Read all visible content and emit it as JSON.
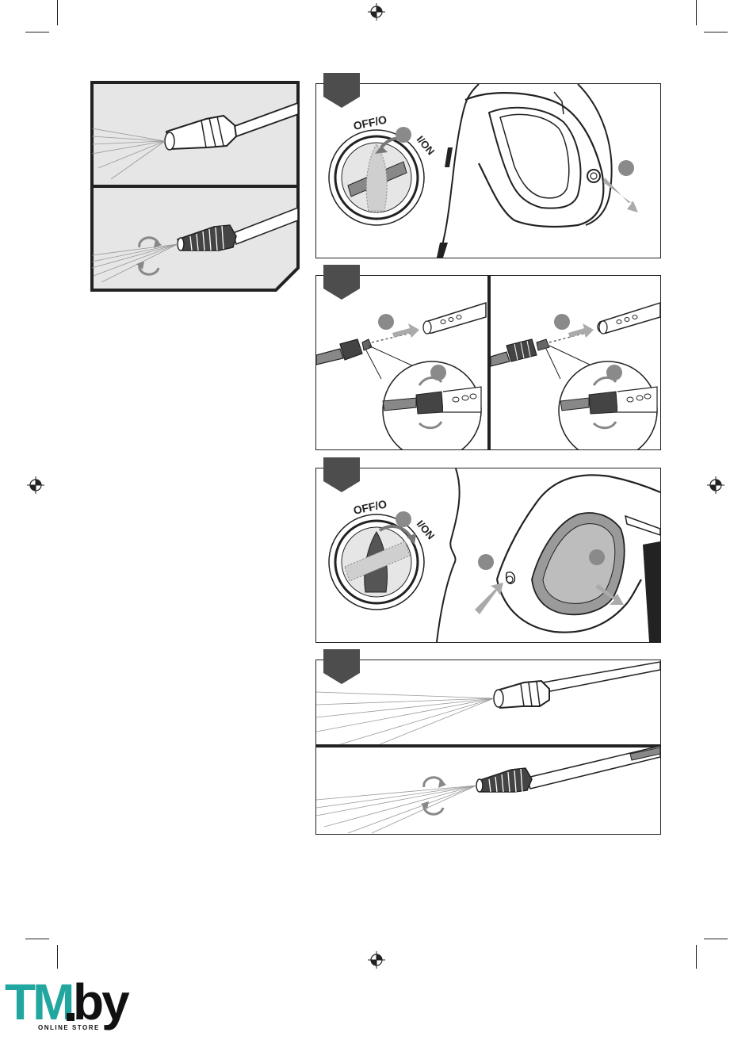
{
  "switch": {
    "off_label": "OFF/O",
    "on_label": "I/ON"
  },
  "logo": {
    "brand_tm": "TM",
    "brand_by": "by",
    "tagline": "ONLINE STORE"
  },
  "colors": {
    "ink": "#222222",
    "step_tab": "#4d4d4d",
    "marker": "#8a8a8a",
    "panel_gray": "#e6e6e6",
    "logo_teal": "#22a6a0"
  },
  "icons": {
    "registration": "crosshair-registration-mark",
    "rotate": "rotate-arrows-icon",
    "push": "push-arrow-icon"
  }
}
